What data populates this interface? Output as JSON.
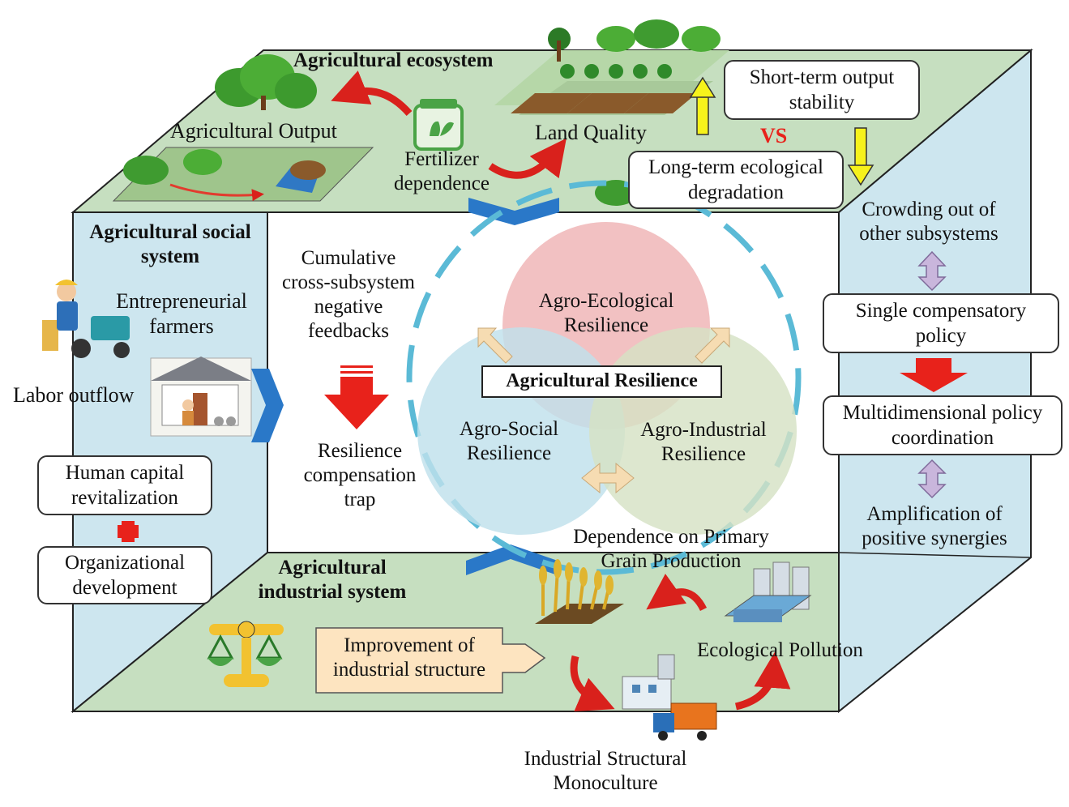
{
  "ecosystem": {
    "title": "Agricultural ecosystem",
    "output": "Agricultural Output",
    "fertilizer": [
      "Fertilizer",
      "dependence"
    ],
    "land": "Land Quality",
    "short_term": [
      "Short-term output",
      "stability"
    ],
    "vs": "VS",
    "long_term": [
      "Long-term ecological",
      "degradation"
    ]
  },
  "social": {
    "title": [
      "Agricultural social",
      "system"
    ],
    "farmers": [
      "Entrepreneurial",
      "farmers"
    ],
    "labor": "Labor outflow",
    "human_capital": [
      "Human capital",
      "revitalization"
    ],
    "organizational": [
      "Organizational",
      "development"
    ]
  },
  "center": {
    "cumulative": [
      "Cumulative",
      "cross-subsystem",
      "negative",
      "feedbacks"
    ],
    "trap": [
      "Resilience",
      "compensation",
      "trap"
    ],
    "ecological": [
      "Agro-Ecological",
      "Resilience"
    ],
    "social": [
      "Agro-Social",
      "Resilience"
    ],
    "industrial": [
      "Agro-Industrial",
      "Resilience"
    ],
    "core": "Agricultural Resilience"
  },
  "right": {
    "crowding": [
      "Crowding out of",
      "other subsystems"
    ],
    "single": [
      "Single compensatory",
      "policy"
    ],
    "multi": [
      "Multidimensional policy",
      "coordination"
    ],
    "amplification": [
      "Amplification of",
      "positive synergies"
    ]
  },
  "industrial": {
    "title": [
      "Agricultural",
      "industrial system"
    ],
    "dependence": [
      "Dependence on Primary",
      "Grain Production"
    ],
    "improvement": [
      "Improvement of",
      "industrial structure"
    ],
    "pollution": "Ecological Pollution",
    "monoculture": [
      "Industrial Structural",
      "Monoculture"
    ]
  },
  "colors": {
    "ecosystem_plane": "#c6dfc0",
    "side_plane": "#cde6ef",
    "ecological_circle": "#f0b8b9",
    "social_circle": "#bfe0ec",
    "industrial_circle": "#d6e2c4",
    "dashed_ring": "#5bbad6",
    "red_arrow": "#e8221b",
    "yellow_arrow": "#f6f21b",
    "purple_arrow": "#c9b6dc",
    "blue_chevron": "#2a78c8"
  }
}
